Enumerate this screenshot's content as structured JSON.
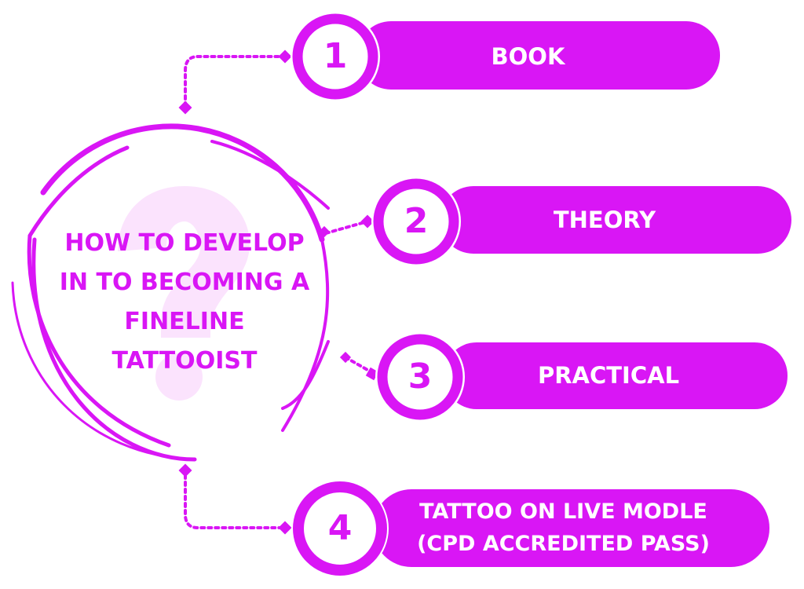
{
  "colors": {
    "accent": "#d916f5",
    "question_mark": "#fbe3fd"
  },
  "center": {
    "lines": [
      "HOW TO DEVELOP",
      "IN TO BECOMING A",
      "FINELINE",
      "TATTOOIST"
    ],
    "icon": "question-mark-icon"
  },
  "steps": [
    {
      "number": "1",
      "label": "BOOK"
    },
    {
      "number": "2",
      "label": "THEORY"
    },
    {
      "number": "3",
      "label": "PRACTICAL"
    },
    {
      "number": "4",
      "label": "TATTOO ON LIVE MODLE",
      "label2": "(CPD ACCREDITED PASS)"
    }
  ]
}
